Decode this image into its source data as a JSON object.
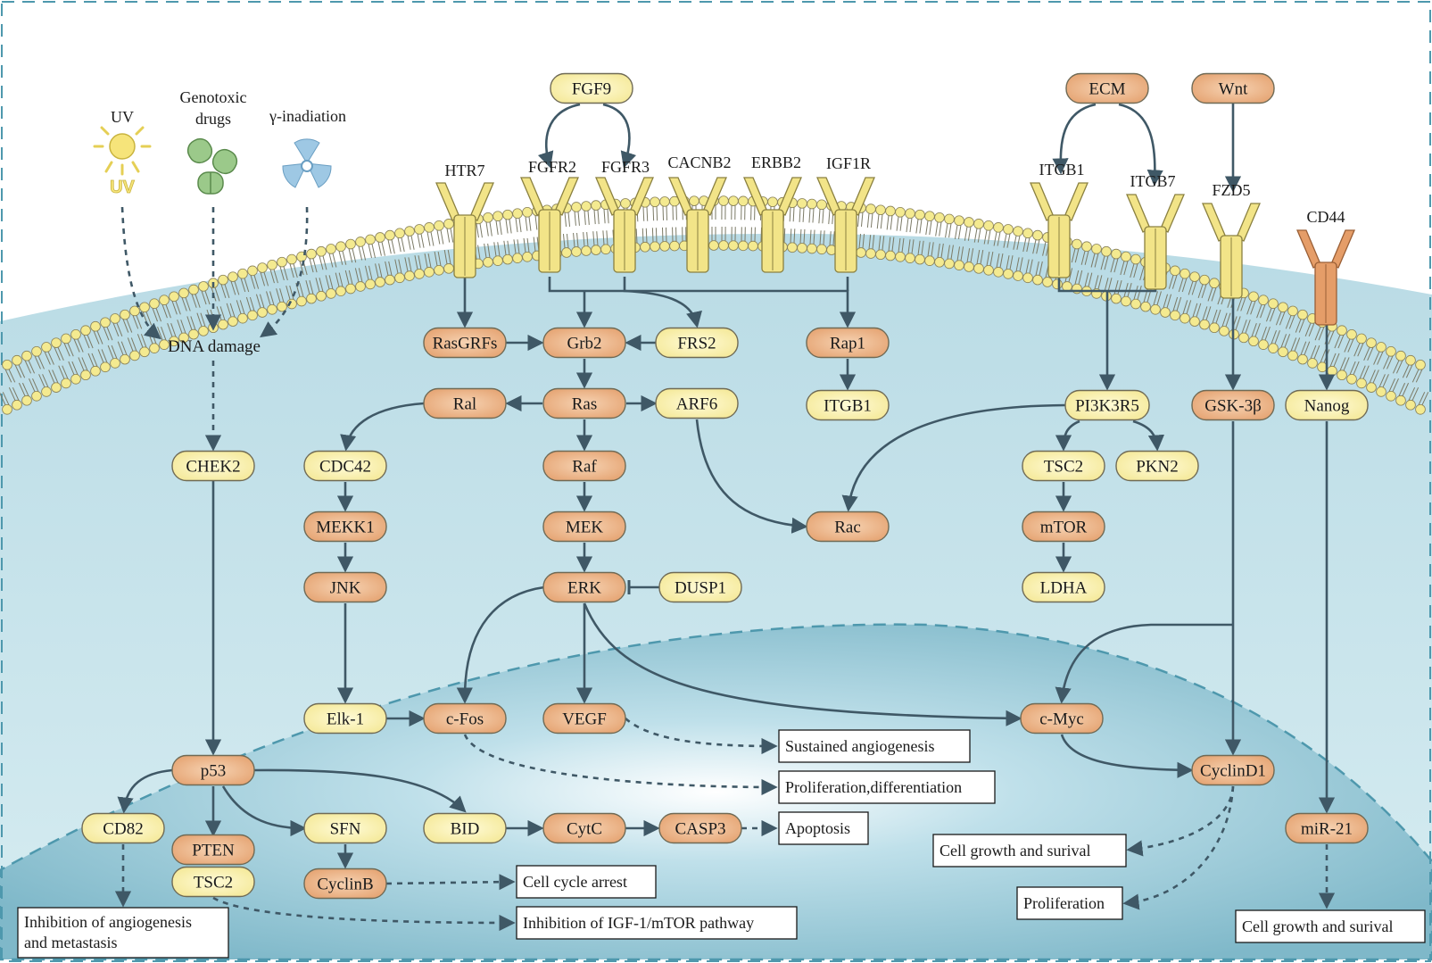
{
  "colors": {
    "yellow_node": "#f7ec9e",
    "orange_node": "#e9a876",
    "node_stroke": "#6f6a55",
    "arrow": "#3f5866",
    "cytoplasm": "#a9d2de",
    "nucleus": "#8fc3d3",
    "receptor_yellow": "#f2e488",
    "receptor_orange": "#e59d68",
    "lipid_head": "#f4ea90"
  },
  "stimuli": {
    "uv": "UV",
    "uv_icon": "sun-uv-icon",
    "genotoxic": [
      "Genotoxic",
      "drugs"
    ],
    "genotoxic_icon": "pills-icon",
    "gamma": "γ-inadiation",
    "gamma_icon": "radiation-icon"
  },
  "ligands": {
    "fgf9": "FGF9",
    "ecm": "ECM",
    "wnt": "Wnt"
  },
  "receptors": {
    "htr7": "HTR7",
    "fgfr2": "FGFR2",
    "fgfr3": "FGFR3",
    "cacnb2": "CACNB2",
    "erbb2": "ERBB2",
    "igf1r": "IGF1R",
    "itgb1": "ITGB1",
    "itgb7": "ITGB7",
    "fzd5": "FZD5",
    "cd44": "CD44"
  },
  "nodes": {
    "dna_damage": "DNA damage",
    "chek2": "CHEK2",
    "rasgrfs": "RasGRFs",
    "grb2": "Grb2",
    "frs2": "FRS2",
    "rap1": "Rap1",
    "itgb1_c": "ITGB1",
    "ral": "Ral",
    "ras": "Ras",
    "arf6": "ARF6",
    "pi3k3r5": "PI3K3R5",
    "gsk3b": "GSK-3β",
    "nanog": "Nanog",
    "cdc42": "CDC42",
    "raf": "Raf",
    "tsc2_a": "TSC2",
    "pkn2": "PKN2",
    "mekk1": "MEKK1",
    "mek": "MEK",
    "rac": "Rac",
    "mtor": "mTOR",
    "jnk": "JNK",
    "erk": "ERK",
    "dusp1": "DUSP1",
    "ldha": "LDHA",
    "elk1": "Elk-1",
    "cfos": "c-Fos",
    "vegf": "VEGF",
    "cmyc": "c-Myc",
    "p53": "p53",
    "cyclind1": "CyclinD1",
    "cd82": "CD82",
    "pten": "PTEN",
    "sfn": "SFN",
    "bid": "BID",
    "cytc": "CytC",
    "casp3": "CASP3",
    "mir21": "miR-21",
    "tsc2_b": "TSC2",
    "cyclinb": "CyclinB"
  },
  "outcomes": {
    "sustained_angio": "Sustained angiogenesis",
    "prolif_diff": "Proliferation,differentiation",
    "apoptosis": "Apoptosis",
    "cell_growth_1": "Cell growth and surival",
    "cell_cycle_arrest": "Cell cycle arrest",
    "proliferation": "Proliferation",
    "inhib_igf": "Inhibition of IGF-1/mTOR pathway",
    "inhib_angio": [
      "Inhibition of angiogenesis",
      "and metastasis"
    ],
    "cell_growth_2": "Cell growth and surival"
  }
}
